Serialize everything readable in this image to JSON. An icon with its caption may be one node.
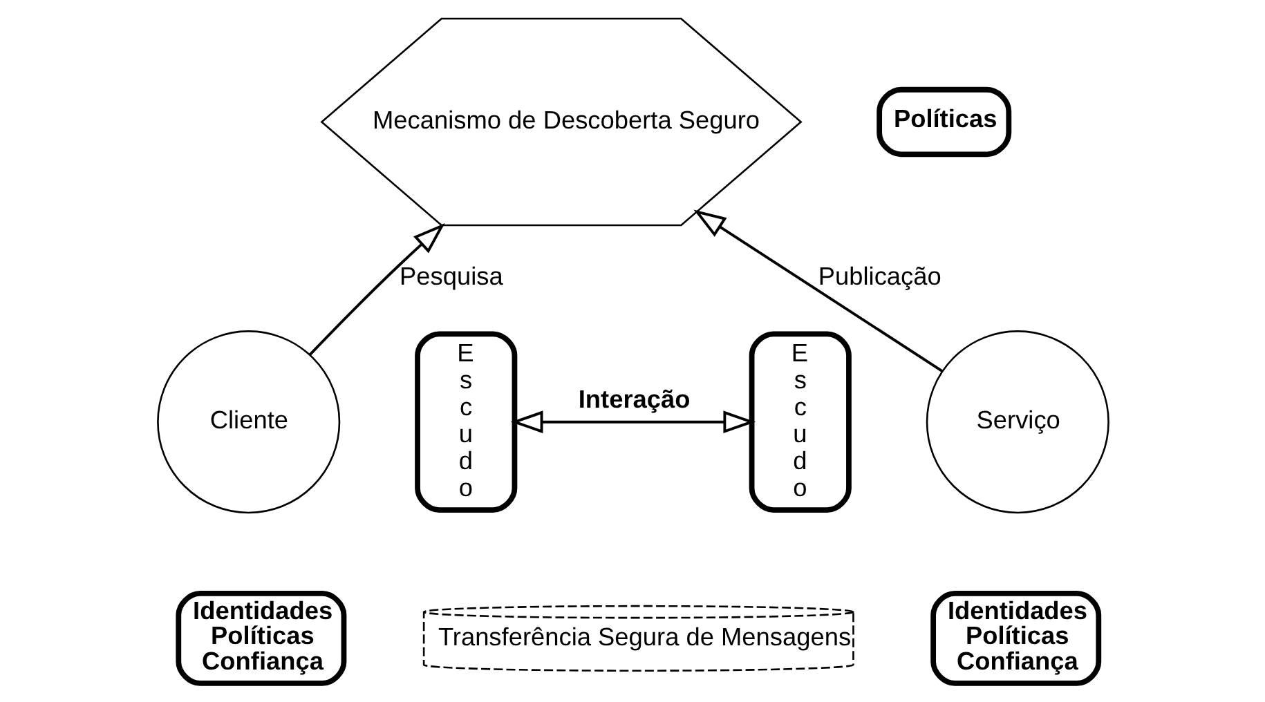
{
  "diagram": {
    "nodes": [
      {
        "text": [
          "Mecanismo de Descoberta Seguro"
        ]
      },
      {
        "text": [
          "Políticas"
        ]
      },
      {
        "text": [
          "Cliente"
        ]
      },
      {
        "text": [
          "Escudo"
        ]
      },
      {
        "text": [
          "Identidades Políticas Confiança"
        ]
      },
      {
        "text": [
          "Serviço"
        ]
      },
      {
        "text": [
          "Escudo"
        ]
      },
      {
        "text": [
          "Identidades Políticas Confiança"
        ]
      },
      {
        "text": [
          "Transferência Segura de Mensagens"
        ]
      }
    ],
    "edges": [
      {
        "from": 2,
        "to": 0,
        "arrow": "to",
        "label": "Pesquisa"
      },
      {
        "from": 5,
        "to": 0,
        "arrow": "to",
        "label": "Publicação"
      },
      {
        "from": 3,
        "to": 6,
        "arrow": "both",
        "label": "Interação"
      }
    ]
  }
}
